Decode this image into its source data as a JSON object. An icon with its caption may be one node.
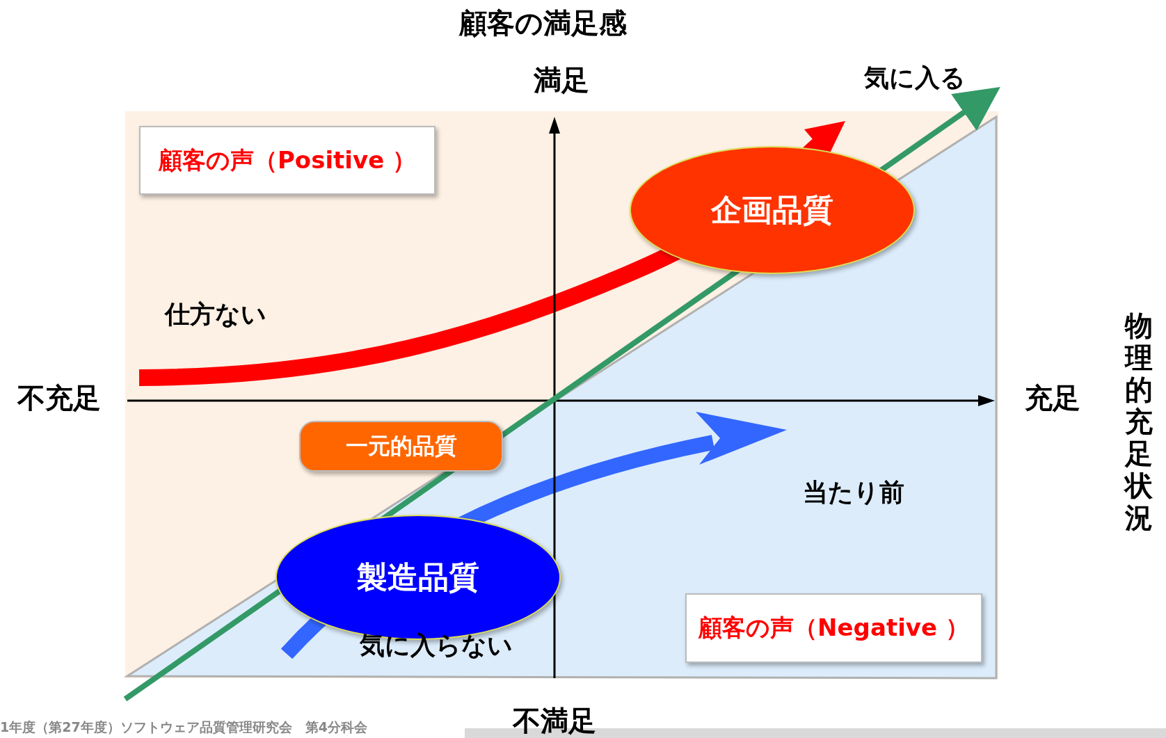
{
  "diagram": {
    "nodes": [
      {
        "text": [
          "顧客の声（Positive ）"
        ]
      },
      {
        "text": [
          "企画品質"
        ]
      },
      {
        "text": [
          "一元的品質"
        ]
      },
      {
        "text": [
          "製造品質"
        ]
      },
      {
        "text": [
          "顧客の声（Negative ）"
        ]
      }
    ],
    "labels": [
      "顧客の満足感",
      "満足",
      "気に入る",
      "仕方ない",
      "不充足",
      "充足",
      "物理的充足状況",
      "当たり前",
      "気に入らない",
      "不満足",
      "1年度（第27年度）ソフトウェア品質管理研究会　第4分科会"
    ]
  }
}
